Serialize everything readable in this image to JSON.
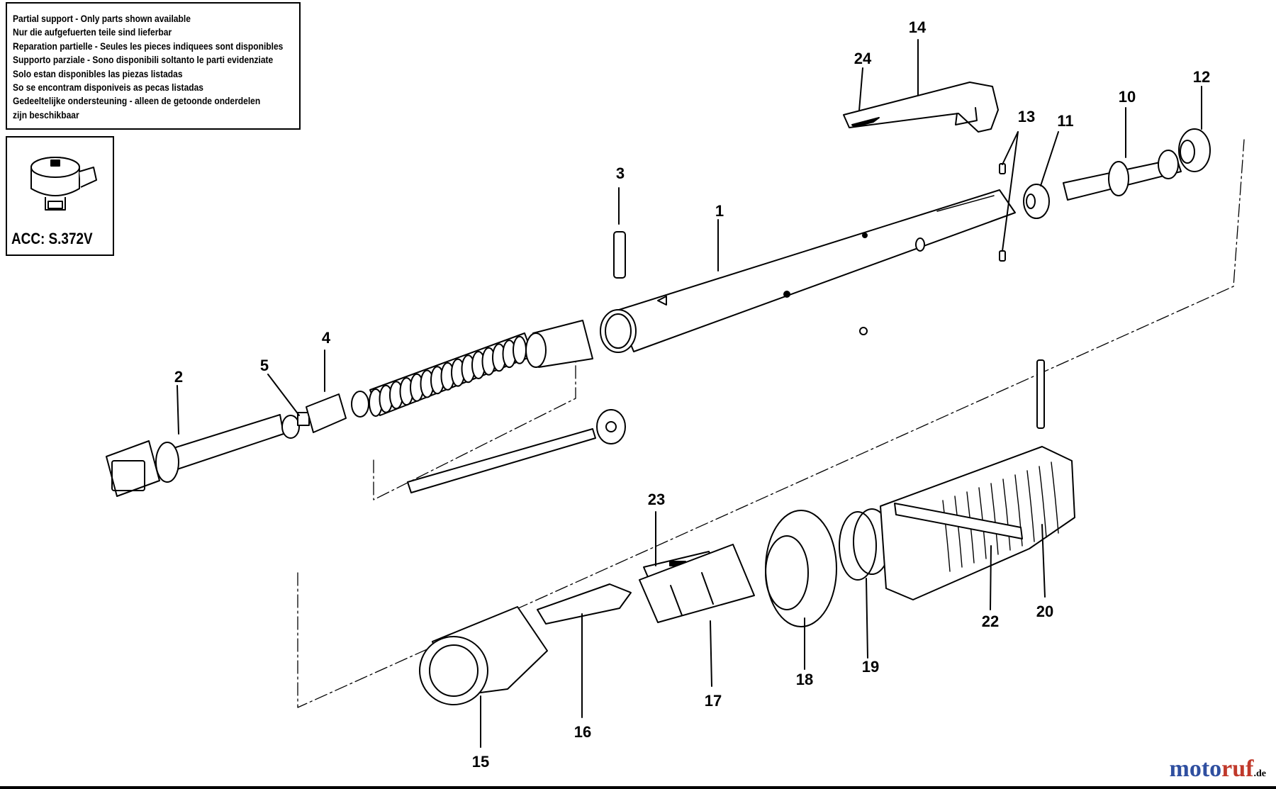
{
  "notice": {
    "lines": [
      "Partial support - Only parts shown available",
      "Nur die aufgefuerten teile sind lieferbar",
      "Reparation partielle - Seules les pieces indiquees sont disponibles",
      "Supporto parziale - Sono disponibili soltanto le parti evidenziate",
      "Solo estan disponibles las piezas listadas",
      "So se encontram disponiveis as pecas listadas",
      "Gedeeltelijke ondersteuning - alleen de getoonde onderdelen",
      "zijn beschikbaar"
    ]
  },
  "accessory": {
    "label": "ACC: S.372V"
  },
  "callouts": {
    "c1": "1",
    "c2": "2",
    "c3": "3",
    "c4": "4",
    "c5": "5",
    "c10": "10",
    "c11": "11",
    "c12": "12",
    "c13": "13",
    "c14": "14",
    "c15": "15",
    "c16": "16",
    "c17": "17",
    "c18": "18",
    "c19": "19",
    "c20": "20",
    "c22": "22",
    "c23": "23",
    "c24": "24"
  },
  "logo": {
    "main": "motoruf",
    "suffix": ".de",
    "colors": {
      "moto": "#2f4fa0",
      "ruf": "#c0392b"
    }
  }
}
